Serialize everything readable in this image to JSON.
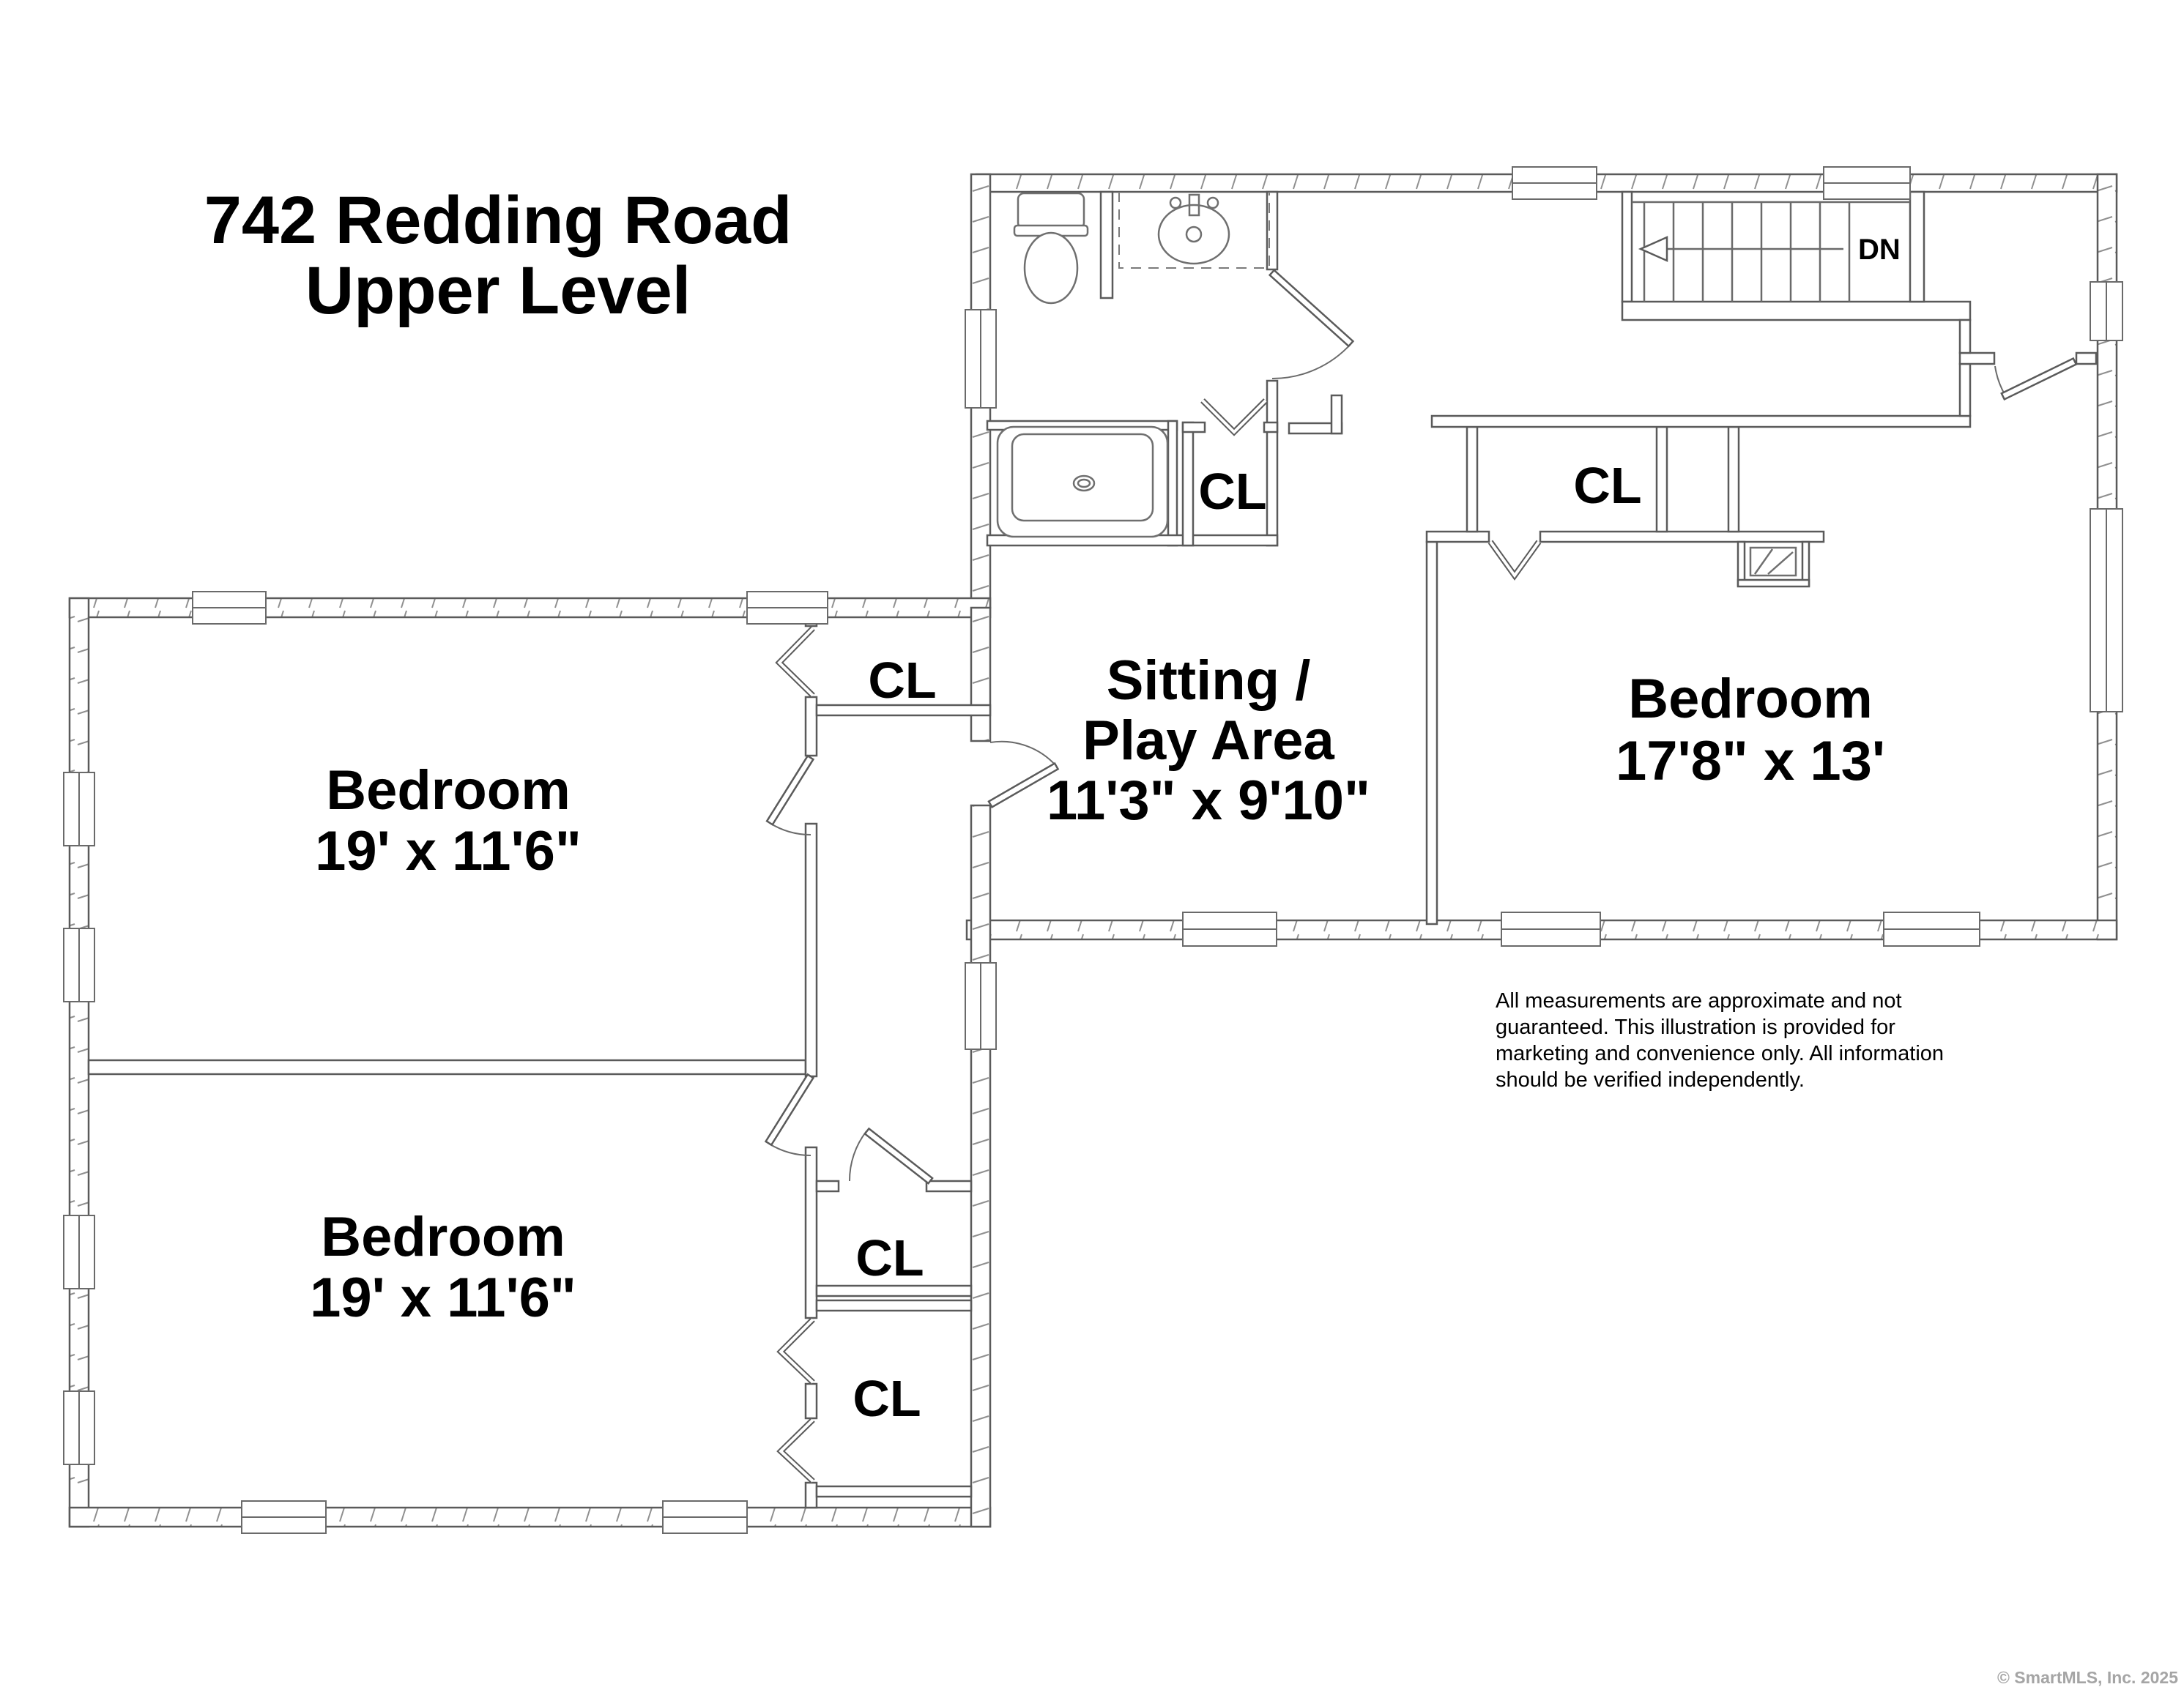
{
  "title": {
    "line1": "742 Redding Road",
    "line2": "Upper Level"
  },
  "rooms": [
    {
      "name": "Bedroom",
      "dims": "19' x 11'6\""
    },
    {
      "name": "Bedroom",
      "dims": "19' x 11'6\""
    },
    {
      "name": "Sitting /",
      "name2": "Play Area",
      "dims": "11'3\" x 9'10\""
    },
    {
      "name": "Bedroom",
      "dims": "17'8\" x 13'"
    }
  ],
  "closets": [
    {
      "label": "CL"
    },
    {
      "label": "CL"
    },
    {
      "label": "CL"
    },
    {
      "label": "CL"
    },
    {
      "label": "CL"
    }
  ],
  "stairs": {
    "direction_label": "DN"
  },
  "fixtures": [
    "toilet",
    "sink-vanity",
    "bathtub",
    "stairs",
    "chimney"
  ],
  "disclaimer": {
    "lines": [
      "All measurements are approximate and not",
      "guaranteed. This illustration is provided for",
      "marketing and convenience only. All information",
      "should be verified independently."
    ]
  },
  "watermark": {
    "text": "© SmartMLS, Inc.  2025"
  },
  "colors": {
    "background": "#ffffff",
    "wall_line": "#5a5a5a",
    "text": "#000000",
    "watermark": "#a5a5a5"
  }
}
